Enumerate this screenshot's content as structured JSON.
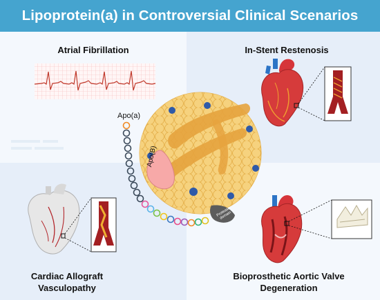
{
  "title": "Lipoprotein(a) in Controversial Clinical Scenarios",
  "panels": {
    "top_left": {
      "label": "Atrial Fibrillation"
    },
    "top_right": {
      "label": "In-Stent Restenosis"
    },
    "bottom_left": {
      "label_line1": "Cardiac Allograft",
      "label_line2": "Vasculopathy"
    },
    "bottom_right": {
      "label_line1": "Bioprosthetic Aortic Valve",
      "label_line2": "Degeneration"
    }
  },
  "particle": {
    "apo_a_label": "Apo(a)",
    "apo_b_label": "Apo(B)",
    "protease_domain_label": "Protease domain"
  },
  "colors": {
    "banner": "#45a4cf",
    "panel_bg": "#eaf2fb",
    "lipid_core": "#f2c66a",
    "apo_b": "#f7a9a8",
    "ecg_grid": "#f5b8b8",
    "ecg_trace": "#c0392b"
  }
}
